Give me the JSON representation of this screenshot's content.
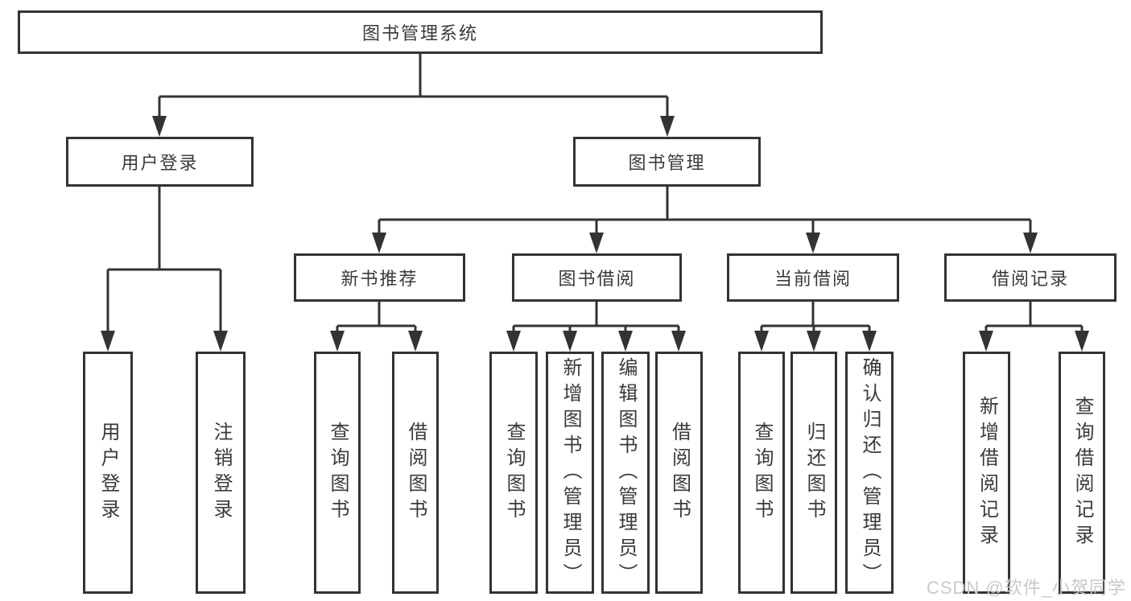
{
  "tree": {
    "root": "图书管理系统",
    "user_login": {
      "label": "用户登录",
      "children": [
        "用户登录",
        "注销登录"
      ]
    },
    "book_management": {
      "label": "图书管理",
      "sections": [
        {
          "label": "新书推荐",
          "children": [
            "查询图书",
            "借阅图书"
          ]
        },
        {
          "label": "图书借阅",
          "children": [
            "查询图书",
            "新增图书（管理员）",
            "编辑图书（管理员）",
            "借阅图书"
          ]
        },
        {
          "label": "当前借阅",
          "children": [
            "查询图书",
            "归还图书",
            "确认归还（管理员）"
          ]
        },
        {
          "label": "借阅记录",
          "children": [
            "新增借阅记录",
            "查询借阅记录"
          ]
        }
      ]
    }
  },
  "watermark": "CSDN @软件_小贺同学",
  "colors": {
    "line": "#333333",
    "text": "#3a3a3a",
    "watermark": "#c9c9c9",
    "background": "#ffffff"
  }
}
